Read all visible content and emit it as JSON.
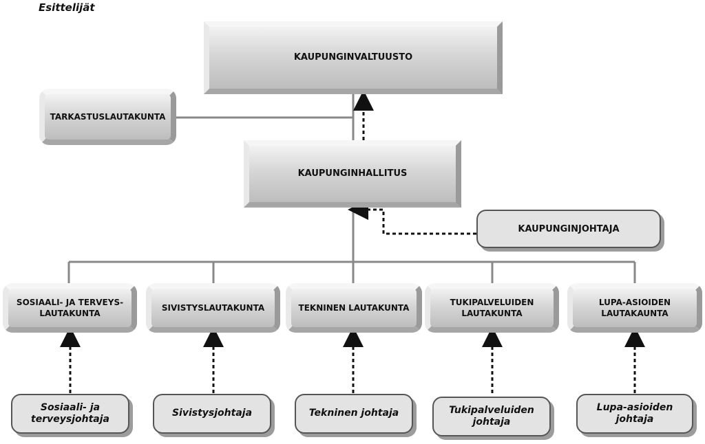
{
  "heading": "Esittelijät",
  "top": {
    "council": "KAUPUNGINVALTUUSTO",
    "audit": "TARKASTUSLAUTAKUNTA",
    "board": "KAUPUNGINHALLITUS",
    "mayor": "KAUPUNGINJOHTAJA"
  },
  "committees": [
    {
      "line1": "SOSIAALI- JA TERVEYS-",
      "line2": "LAUTAKUNTA"
    },
    {
      "line1": "SIVISTYSLAUTAKUNTA",
      "line2": ""
    },
    {
      "line1": "TEKNINEN LAUTAKUNTA",
      "line2": ""
    },
    {
      "line1": "TUKIPALVELUIDEN",
      "line2": "LAUTAKUNTA"
    },
    {
      "line1": "LUPA-ASIOIDEN",
      "line2": "LAUTAKAUNTA"
    }
  ],
  "officers": [
    {
      "line1": "Sosiaali- ja",
      "line2": "terveysjohtaja"
    },
    {
      "line1": "Sivistysjohtaja",
      "line2": ""
    },
    {
      "line1": "Tekninen johtaja",
      "line2": ""
    },
    {
      "line1": "Tukipalveluiden",
      "line2": "johtaja"
    },
    {
      "line1": "Lupa-asioiden",
      "line2": "johtaja"
    }
  ]
}
